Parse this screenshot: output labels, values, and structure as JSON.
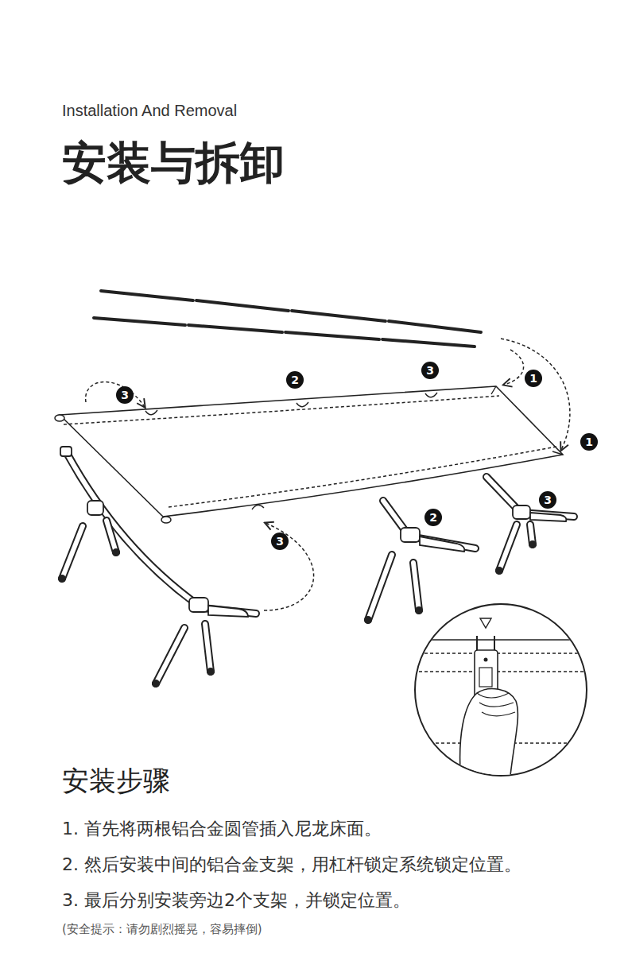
{
  "diagram": {
    "title": "安装与拆卸",
    "labels": [
      "Installation And Removal",
      "3",
      "2",
      "3",
      "1",
      "1",
      "3",
      "2",
      "3",
      "安装步骤",
      "1. 首先将两根铝合金圆管插入尼龙床面。",
      "2. 然后安装中间的铝合金支架，用杠杆锁定系统锁定位置。",
      "3. 最后分别安装旁边2个支架，并锁定位置。",
      "(安全提示：请勿剧烈摇晃，容易摔倒)"
    ]
  }
}
